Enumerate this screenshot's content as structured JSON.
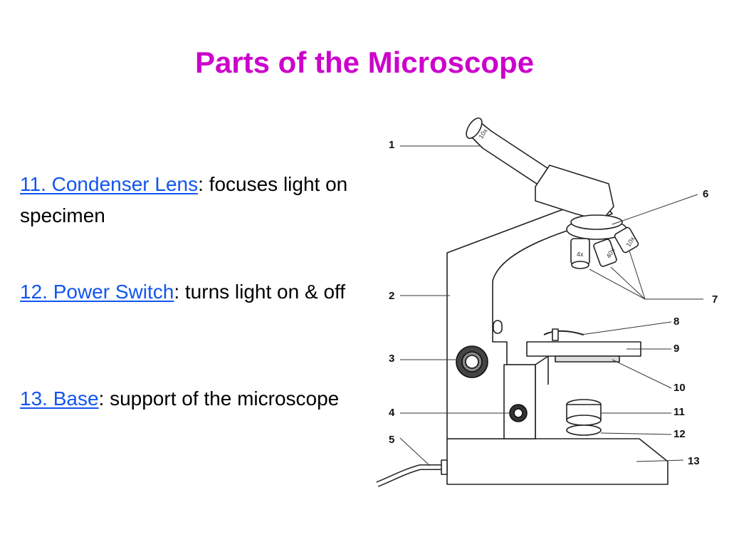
{
  "title": "Parts of the Microscope",
  "items": [
    {
      "term": "11. Condenser Lens",
      "rest": ": focuses light on specimen"
    },
    {
      "term": "12. Power Switch",
      "rest": ": turns light on & off"
    },
    {
      "term": "13. Base",
      "rest": ": support of the microscope"
    }
  ],
  "diagram": {
    "callouts": [
      "1",
      "2",
      "3",
      "4",
      "5",
      "6",
      "7",
      "8",
      "9",
      "10",
      "11",
      "12",
      "13"
    ],
    "eyepiece_mark": "10x",
    "objective_marks": [
      "4x",
      "40x",
      "10x"
    ]
  },
  "colors": {
    "title": "#cc00cc",
    "term": "#1155ee",
    "text": "#000000"
  }
}
